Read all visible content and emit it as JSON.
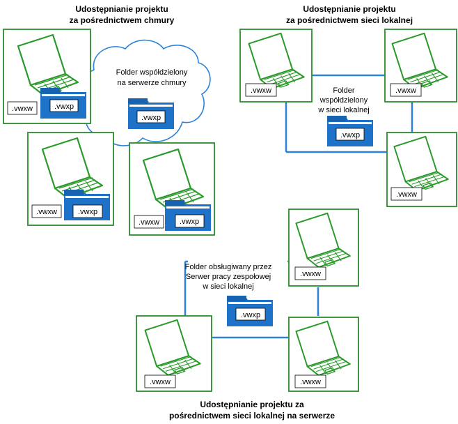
{
  "colors": {
    "frame": "#2e8b2e",
    "laptop": "#2a9a2a",
    "folder": "#1e73c8",
    "folder_tab": "#1763b0",
    "link": "#2b82d9",
    "cloud": "#2b82d9"
  },
  "icons": {
    "computer": "laptop-icon",
    "folder": "folder-icon",
    "cloud": "cloud-shape"
  },
  "section_cloud": {
    "title_line1": "Udostępnianie projektu",
    "title_line2": "za pośrednictwem chmury",
    "cloud_label_line1": "Folder współdzielony",
    "cloud_label_line2": "na serwerze chmury",
    "shared_file": ".vwxp",
    "computers": [
      {
        "file": ".vwxw",
        "project": ".vwxp"
      },
      {
        "file": ".vwxw",
        "project": ".vwxp"
      },
      {
        "file": ".vwxw",
        "project": ".vwxp"
      }
    ]
  },
  "section_lan": {
    "title_line1": "Udostępnianie projektu",
    "title_line2": "za pośrednictwem sieci lokalnej",
    "folder_label_line1": "Folder",
    "folder_label_line2": "współdzielony",
    "folder_label_line3": "w sieci lokalnej",
    "shared_file": ".vwxp",
    "computers": [
      {
        "file": ".vwxw"
      },
      {
        "file": ".vwxw"
      },
      {
        "file": ".vwxw"
      }
    ]
  },
  "section_server": {
    "title_line1": "Udostępnianie projektu za",
    "title_line2": "pośrednictwem sieci lokalnej na serwerze",
    "folder_label_line1": "Folder obsługiwany przez",
    "folder_label_line2": "Serwer pracy zespołowej",
    "folder_label_line3": "w sieci lokalnej",
    "shared_file": ".vwxp",
    "computers": [
      {
        "file": ".vwxw"
      },
      {
        "file": ".vwxw"
      },
      {
        "file": ".vwxw"
      }
    ]
  }
}
